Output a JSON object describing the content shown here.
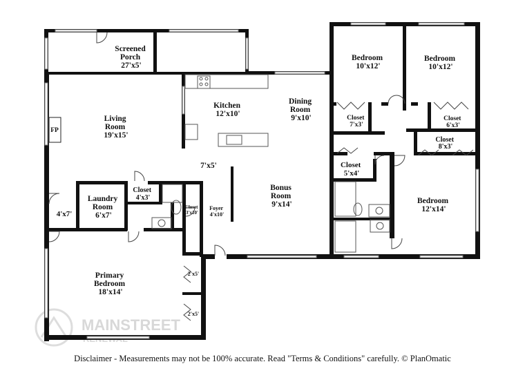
{
  "rooms": {
    "screened_porch": {
      "name": "Screened\nPorch",
      "size": "27'x5'"
    },
    "kitchen": {
      "name": "Kitchen",
      "size": "12'x10'"
    },
    "dining_room": {
      "name": "Dining\nRoom",
      "size": "9'x10'"
    },
    "living_room": {
      "name": "Living\nRoom",
      "size": "19'x15'"
    },
    "fireplace": {
      "name": "FP"
    },
    "hall": {
      "size": "7'x5'"
    },
    "laundry_room": {
      "name": "Laundry\nRoom",
      "size": "6'x7'"
    },
    "closet_laundry": {
      "name": "Closet",
      "size": "4'x3'"
    },
    "closet_hall": {
      "name": "Closet",
      "size": "3'x10'"
    },
    "foyer": {
      "name": "Foyer",
      "size": "4'x10'"
    },
    "entry": {
      "size": "4'x7'"
    },
    "bonus_room": {
      "name": "Bonus\nRoom",
      "size": "9'x14'"
    },
    "bedroom_1": {
      "name": "Bedroom",
      "size": "10'x12'"
    },
    "bedroom_2": {
      "name": "Bedroom",
      "size": "10'x12'"
    },
    "closet_1": {
      "name": "Closet",
      "size": "7'x3'"
    },
    "closet_2": {
      "name": "Closet",
      "size": "6'x3'"
    },
    "closet_3": {
      "name": "Closet",
      "size": "8'x3'"
    },
    "closet_4": {
      "name": "Closet",
      "size": "5'x4'"
    },
    "bedroom_3": {
      "name": "Bedroom",
      "size": "12'x14'"
    },
    "primary_bedroom": {
      "name": "Primary\nBedroom",
      "size": "18'x14'"
    },
    "closet_primary_1": {
      "size": "2'x5'"
    },
    "closet_primary_2": {
      "size": "2'x5'"
    }
  },
  "watermark": {
    "line1": "MAINSTREET",
    "line2": "RENEWAL"
  },
  "disclaimer": "Disclaimer - Measurements may not be 100% accurate. Read \"Terms & Conditions\" carefully. © PlanOmatic"
}
